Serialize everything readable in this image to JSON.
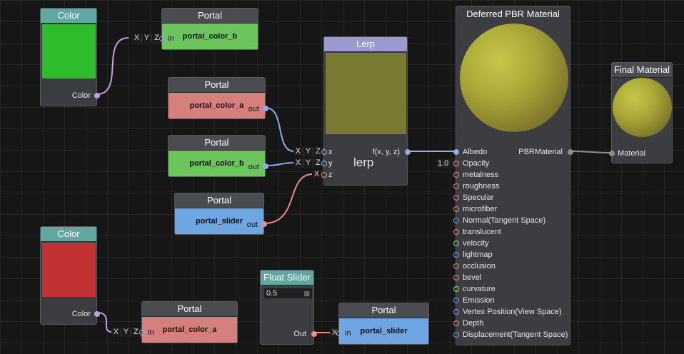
{
  "colors": {
    "green_swatch": "#2cbc2c",
    "red_swatch": "#c23232",
    "lerp_preview": "#7a7a32",
    "wire_purple": "#c79be8",
    "wire_blue": "#8fa8ef",
    "wire_red": "#ec8a86",
    "wire_grey": "#8d8d8d"
  },
  "nodes": {
    "color_top": {
      "title": "Color",
      "output_label": "Color"
    },
    "color_bottom": {
      "title": "Color",
      "output_label": "Color"
    },
    "portal_top": {
      "title": "Portal",
      "name": "portal_color_b",
      "input_label": "in",
      "swizzle": [
        "X",
        "Y",
        "Z"
      ]
    },
    "portal_color_a": {
      "title": "Portal",
      "name": "portal_color_a",
      "output_label": "out"
    },
    "portal_color_b": {
      "title": "Portal",
      "name": "portal_color_b",
      "output_label": "out"
    },
    "portal_slider_out": {
      "title": "Portal",
      "name": "portal_slider",
      "output_label": "out"
    },
    "portal_bottom_a": {
      "title": "Portal",
      "name": "portal_color_a",
      "input_label": "in",
      "swizzle": [
        "X",
        "Y",
        "Z"
      ]
    },
    "portal_bottom_slider": {
      "title": "Portal",
      "name": "portal_slider",
      "input_label": "in",
      "swizzle": [
        "X"
      ]
    },
    "float_slider": {
      "title": "Float Slider",
      "value": "0.5",
      "output_label": "Out"
    },
    "lerp": {
      "title": "Lerp",
      "function_label": "lerp",
      "output_label": "f(x, y, z)",
      "inputs": [
        {
          "label": "x",
          "swizzle": [
            "X",
            "Y",
            "Z"
          ]
        },
        {
          "label": "y",
          "swizzle": [
            "X",
            "Y",
            "Z"
          ]
        },
        {
          "label": "z",
          "swizzle": [
            "X"
          ]
        }
      ]
    },
    "pbr": {
      "title": "Deferred PBR Material",
      "output_label": "PBRMaterial",
      "opacity_value": "1.0",
      "inputs": [
        {
          "label": "Albedo",
          "pin": "blue"
        },
        {
          "label": "Opacity",
          "pin": "red"
        },
        {
          "label": "metalness",
          "pin": "red"
        },
        {
          "label": "roughness",
          "pin": "red"
        },
        {
          "label": "Specular",
          "pin": "red"
        },
        {
          "label": "microfiber",
          "pin": "red"
        },
        {
          "label": "Normal(Tangent Space)",
          "pin": "blue"
        },
        {
          "label": "translucent",
          "pin": "red"
        },
        {
          "label": "velocity",
          "pin": "green"
        },
        {
          "label": "lightmap",
          "pin": "blue"
        },
        {
          "label": "occlusion",
          "pin": "red"
        },
        {
          "label": "bevel",
          "pin": "red"
        },
        {
          "label": "curvature",
          "pin": "green"
        },
        {
          "label": "Emission",
          "pin": "blue"
        },
        {
          "label": "Vertex Position(View Space)",
          "pin": "blue"
        },
        {
          "label": "Depth",
          "pin": "red"
        },
        {
          "label": "Displacement(Tangent Space)",
          "pin": "blue"
        }
      ]
    },
    "final_material": {
      "title": "Final Material",
      "input_label": "Material"
    }
  }
}
